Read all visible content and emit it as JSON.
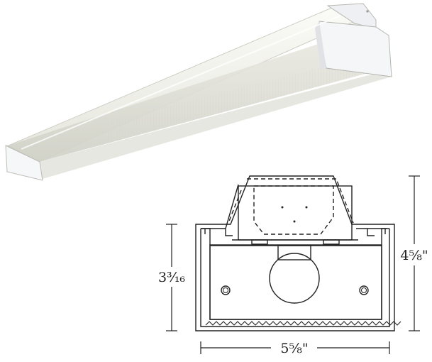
{
  "dimensions": {
    "side_height": "3³⁄₁₆",
    "total_height": "4⅝\"",
    "width": "5⅝\""
  },
  "colors": {
    "line": "#222222",
    "endcap": "#f4f5f7",
    "lens_light": "#f7f6f0",
    "lens_dark": "#d9dad2"
  }
}
